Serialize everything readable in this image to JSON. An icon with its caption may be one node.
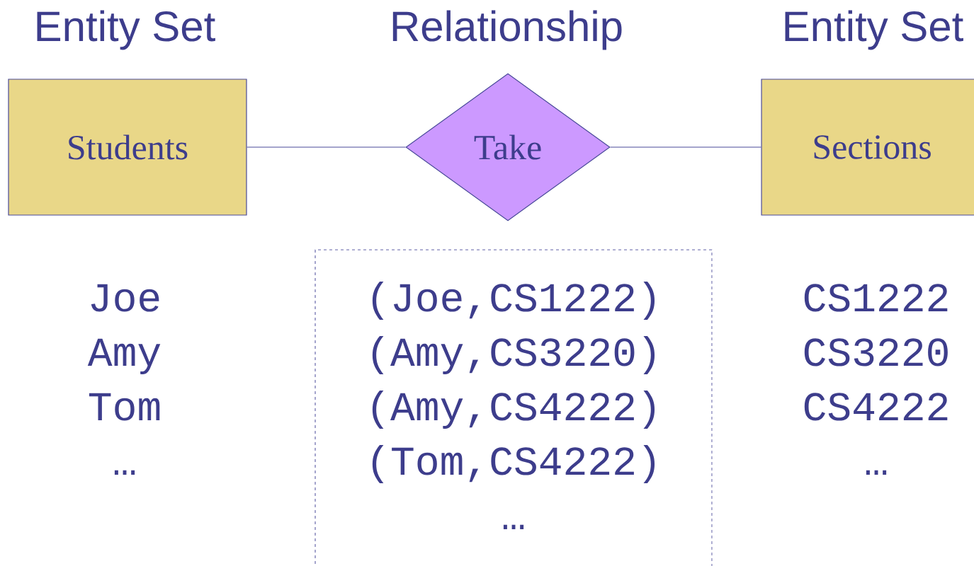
{
  "diagram": {
    "nodes": [
      {
        "text": [
          "Students"
        ]
      },
      {
        "text": [
          "Take"
        ]
      },
      {
        "text": [
          "Sections"
        ]
      },
      {
        "text": [
          "(Joe,CS1222)",
          "(Amy,CS3220)",
          "(Amy,CS4222)",
          "(Tom,CS4222)",
          "…"
        ]
      }
    ],
    "edges": [
      {
        "from": 0,
        "to": 1,
        "arrow": "none"
      },
      {
        "from": 1,
        "to": 2,
        "arrow": "none"
      }
    ],
    "labels": [
      "Entity Set",
      "Relationship",
      "Entity Set",
      "Joe",
      "Amy",
      "Tom",
      "…",
      "CS1222",
      "CS3220",
      "CS4222",
      "…"
    ]
  }
}
